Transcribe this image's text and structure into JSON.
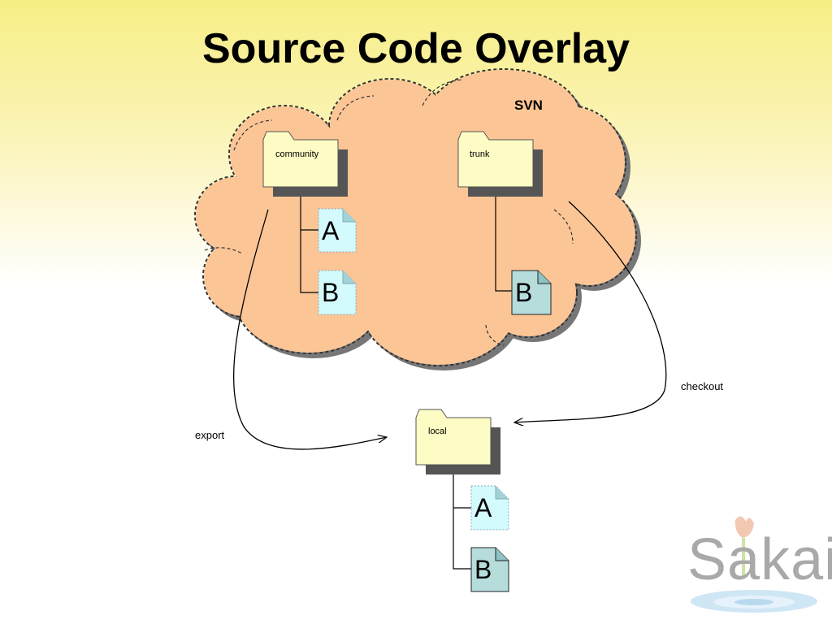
{
  "slide": {
    "title": "Source Code Overlay"
  },
  "cloud": {
    "label": "SVN"
  },
  "folders": {
    "community": "community",
    "trunk": "trunk",
    "local": "local"
  },
  "docs": {
    "community_a": "A",
    "community_b": "B",
    "trunk_b": "B",
    "local_a": "A",
    "local_b": "B"
  },
  "arrows": {
    "export": "export",
    "checkout": "checkout"
  },
  "logo": {
    "text": "Sakai"
  },
  "colors": {
    "cloud": "#fcc596",
    "folder": "#fdfcc4",
    "doc_light": "#d3fafc",
    "doc_teal": "#b6dcdc"
  }
}
